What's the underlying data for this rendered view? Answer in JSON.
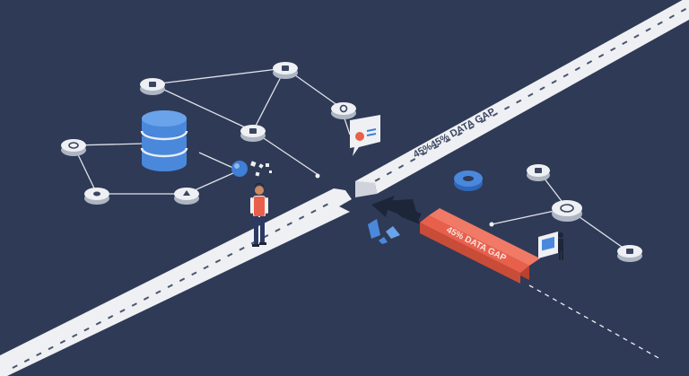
{
  "scene": {
    "background": "#2f3a56",
    "road_label": "45%45% DATA GAP",
    "gap_bar_label": "45% DATA GAP",
    "colors": {
      "road_top": "#eef0f3",
      "road_side": "#b9c0cb",
      "road_dash": "#4a5570",
      "gap_bar": "#e8604c",
      "gap_bar_side": "#b8412f",
      "database": "#3f7fd6",
      "node_ring": "#e6e9ee",
      "line": "#dfe3ea",
      "person_vest": "#e8604c",
      "person_pants": "#2b3a63"
    }
  },
  "nodes": [
    {
      "name": "node-left-top",
      "icon": "cube-icon"
    },
    {
      "name": "node-top-center",
      "icon": "grid-icon"
    },
    {
      "name": "node-right-top",
      "icon": "gear-icon"
    },
    {
      "name": "node-center",
      "icon": "chart-icon"
    },
    {
      "name": "node-far-left",
      "icon": "target-icon"
    },
    {
      "name": "node-bottom-left",
      "icon": "disk-icon"
    },
    {
      "name": "node-bottom-center",
      "icon": "pie-icon"
    },
    {
      "name": "node-right-1",
      "icon": "server-icon"
    },
    {
      "name": "node-right-2",
      "icon": "ring-icon"
    },
    {
      "name": "node-right-3",
      "icon": "file-icon"
    }
  ]
}
